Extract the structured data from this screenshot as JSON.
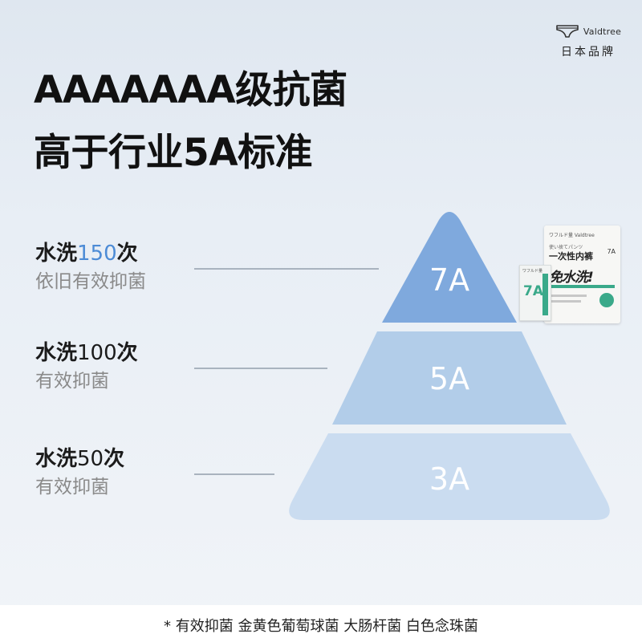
{
  "brand": {
    "name": "Valdtree",
    "subtitle": "日本品牌",
    "logo_icon": "underwear-icon"
  },
  "headline": {
    "line1": "AAAAAAA级抗菌",
    "line2": "高于行业5A标准"
  },
  "tiers": [
    {
      "title_prefix": "水洗",
      "title_number": "150",
      "title_suffix": "次",
      "subtitle": "依旧有效抑菌",
      "grade": "7A",
      "color": "#7fa9dd"
    },
    {
      "title_prefix": "水洗",
      "title_number": "100",
      "title_suffix": "次",
      "subtitle": "有效抑菌",
      "grade": "5A",
      "color": "#b2cde9"
    },
    {
      "title_prefix": "水洗",
      "title_number": "50",
      "title_suffix": "次",
      "subtitle": "有效抑菌",
      "grade": "3A",
      "color": "#cadcf0"
    }
  ],
  "product": {
    "top_text": "ワフルド量 Valdtree",
    "small_jp": "使い捨てパンツ",
    "name": "一次性内裤",
    "grade": "7A",
    "big_text": "免水洗!",
    "small_pack_text": "ワフルド量",
    "small_pack_grade": "7A"
  },
  "footer": {
    "note": "* 有效抑菌 金黄色葡萄球菌 大肠杆菌 白色念珠菌"
  }
}
